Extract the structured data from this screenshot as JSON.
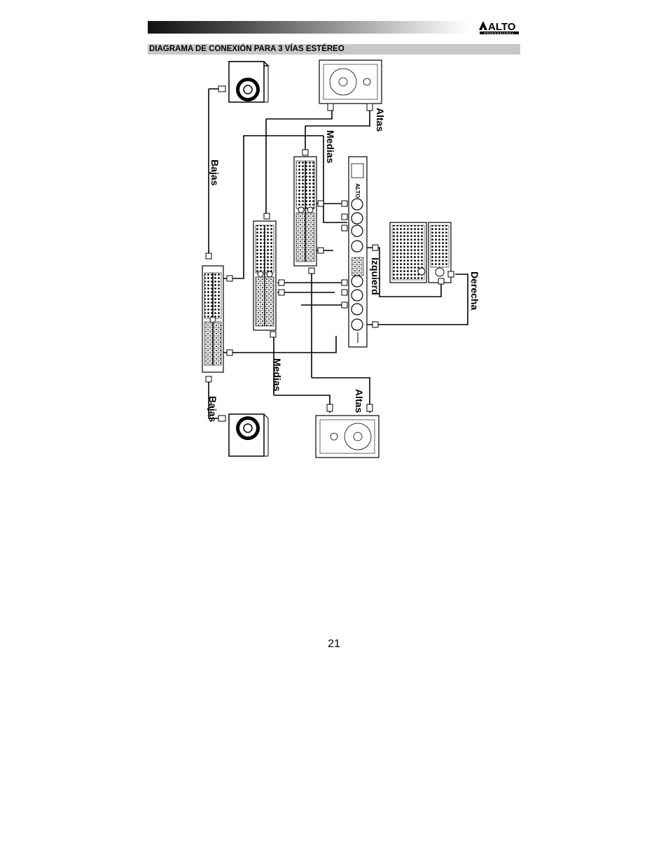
{
  "header": {
    "brand": "ALTO",
    "brand_sub": "PROFESSIONAL"
  },
  "section": {
    "title": "DIAGRAMA DE CONEXIÓN PARA 3 VÍAS ESTÉREO"
  },
  "diagram": {
    "labels": {
      "altas_top": "Altas",
      "altas_bottom": "Altas",
      "medias_top": "Medias",
      "medias_bottom": "Medias",
      "bajas_top": "Bajas",
      "bajas_bottom": "Bajas",
      "izquierda": "Izquierd",
      "derecha": "Derecha"
    },
    "crossover_logo": "ALTO"
  },
  "footer": {
    "page_number": "21"
  }
}
